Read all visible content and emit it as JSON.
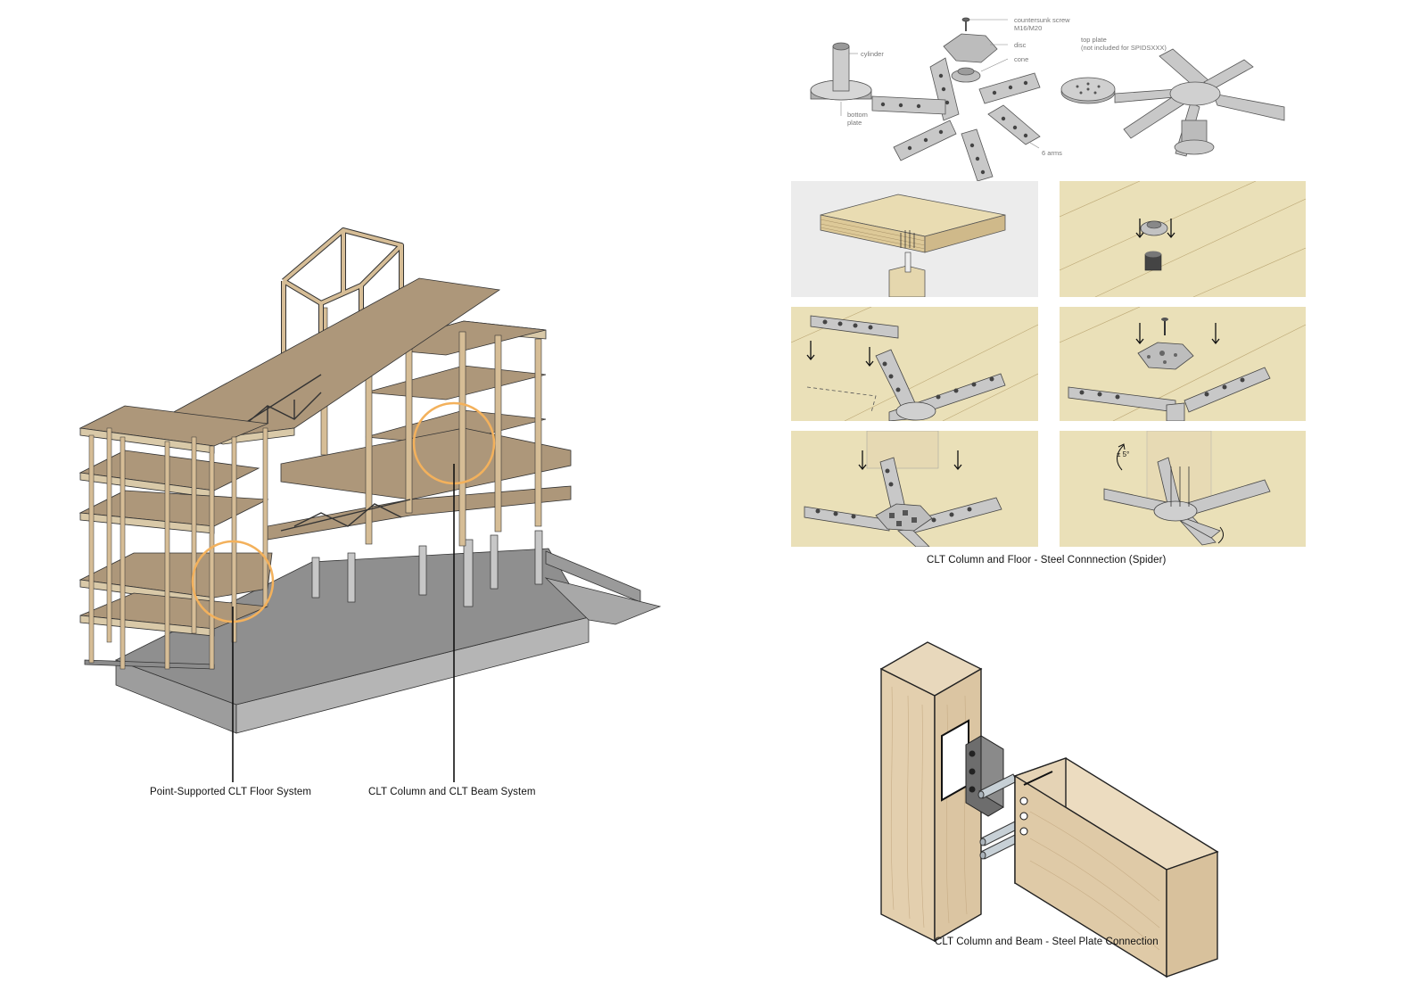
{
  "captions": {
    "floor_system": "Point-Supported CLT Floor System",
    "beam_system": "CLT Column and CLT Beam System",
    "spider": "CLT Column and Floor - Steel Connnection (Spider)",
    "steel_plate": "CLT Column and Beam - Steel Plate Connection"
  },
  "spider_parts": {
    "screw_1": "countersunk screw",
    "screw_2": "M16/M20",
    "disc": "disc",
    "cone": "cone",
    "cylinder": "cylinder",
    "bottom_plate_1": "bottom",
    "bottom_plate_2": "plate",
    "arms": "6 arms",
    "top_plate_1": "top plate",
    "top_plate_2": "(not included for SPIDSXXX)"
  },
  "step_labels": {
    "tilt": "± 5°"
  },
  "colors": {
    "wood": "#c9ad86",
    "clt_panel": "#e9dcb2",
    "concrete": "#a7a7a7",
    "steel": "#b9b9b9",
    "highlight_circle": "#f3b15c"
  }
}
